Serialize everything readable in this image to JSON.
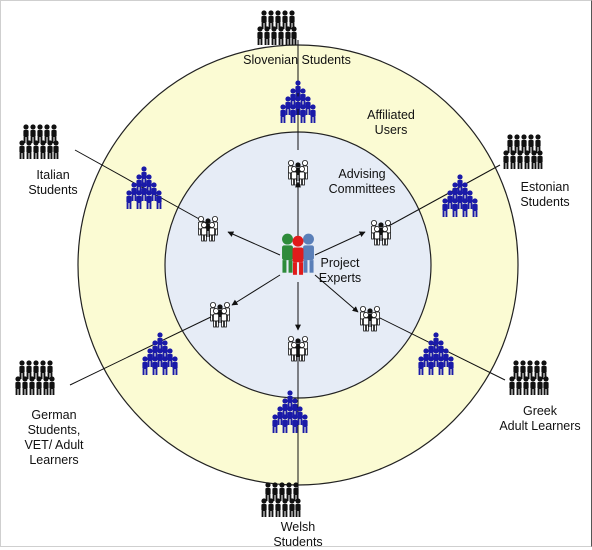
{
  "diagram": {
    "center_label": "Project\nExperts",
    "inner_ring_label": "Advising\nCommittees",
    "outer_ring_label": "Affiliated\nUsers",
    "groups": [
      {
        "id": "slovenian",
        "label": "Slovenian Students"
      },
      {
        "id": "estonian",
        "label": "Estonian\nStudents"
      },
      {
        "id": "greek",
        "label": "Greek\nAdult Learners"
      },
      {
        "id": "welsh",
        "label": "Welsh\nStudents"
      },
      {
        "id": "german",
        "label": "German\nStudents,\nVET/ Adult\nLearners"
      },
      {
        "id": "italian",
        "label": "Italian\nStudents"
      }
    ]
  },
  "colors": {
    "outer_ring": "#fbfbd3",
    "inner_ring": "#e6ecf6",
    "ring_stroke": "#222222",
    "affiliated_people": "#1a1aa8",
    "expert_green": "#2e8b3a",
    "expert_red": "#e01b1b",
    "expert_blue": "#5a7fb8",
    "people_black": "#111111"
  }
}
